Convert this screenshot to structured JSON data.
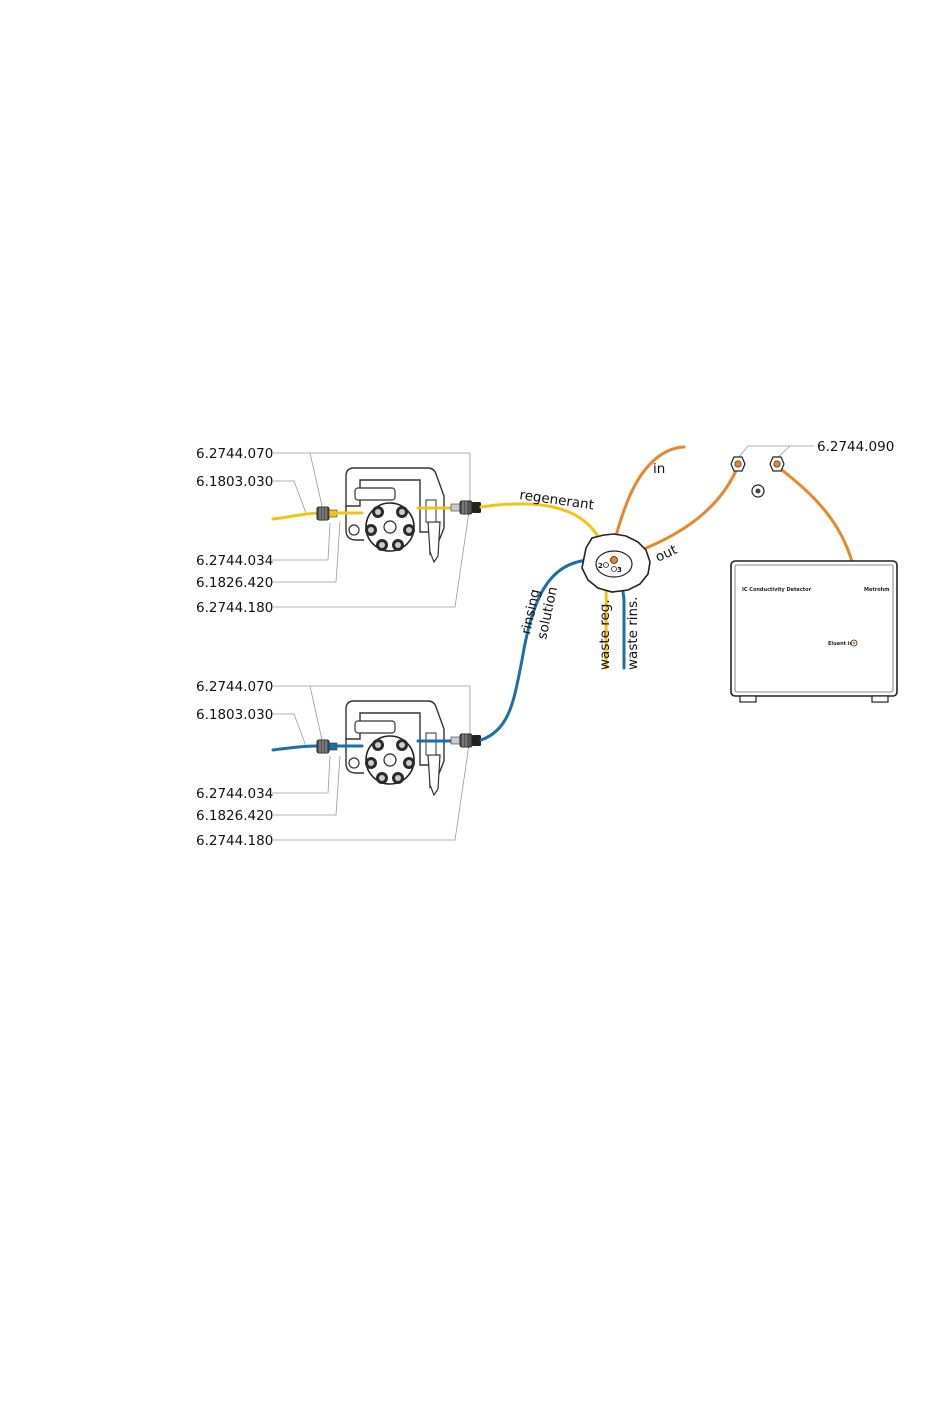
{
  "colors": {
    "regenerant_tube": "#f2c418",
    "rinsing_tube": "#1b6fa8",
    "eluent_tube": "#e7862a",
    "outline": "#333333",
    "leader": "#999999"
  },
  "pump_top": {
    "labels": {
      "l1": "6.2744.070",
      "l2": "6.1803.030",
      "l3": "6.2744.034",
      "l4": "6.1826.420",
      "l5": "6.2744.180"
    }
  },
  "pump_bottom": {
    "labels": {
      "l1": "6.2744.070",
      "l2": "6.1803.030",
      "l3": "6.2744.034",
      "l4": "6.1826.420",
      "l5": "6.2744.180"
    }
  },
  "flow_labels": {
    "regenerant": "regenerant",
    "rinsing": "rinsing",
    "solution": "solution",
    "waste_reg": "waste reg.",
    "waste_rins": "waste rins.",
    "in": "in",
    "out": "out"
  },
  "valve": {
    "port_left": "2",
    "port_right": "3"
  },
  "detector": {
    "title": "IC  Conductivity Detector",
    "brand": "Metrohm",
    "port_label": "Eluent in",
    "fitting_label": "6.2744.090"
  },
  "icons": {
    "pump": "peristaltic-pump-icon",
    "valve": "suppressor-valve-icon",
    "detector": "conductivity-detector-icon"
  }
}
